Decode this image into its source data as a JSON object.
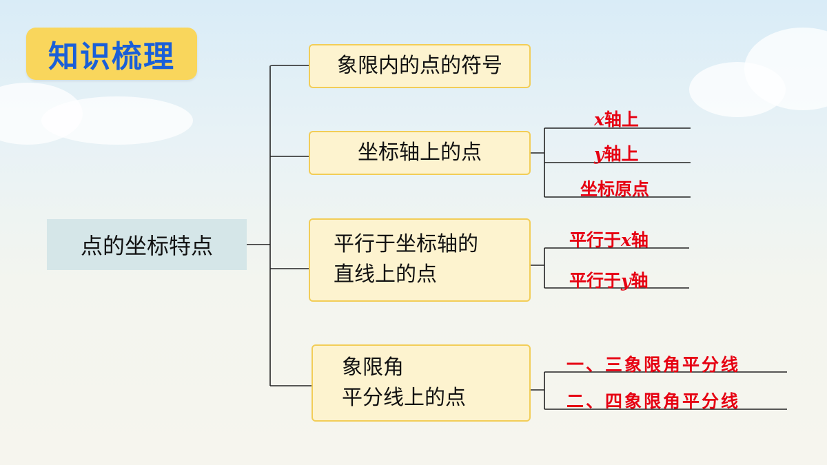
{
  "title": "知识梳理",
  "root": "点的坐标特点",
  "branches": [
    {
      "label": "象限内的点的符号"
    },
    {
      "label": "坐标轴上的点",
      "leaves": [
        {
          "var": "x",
          "text": "轴上"
        },
        {
          "var": "y",
          "text": "轴上"
        },
        {
          "text": "坐标原点"
        }
      ]
    },
    {
      "label_line1": "平行于坐标轴的",
      "label_line2": "直线上的点",
      "leaves": [
        {
          "prefix": "平行于",
          "var": "x",
          "text": "轴"
        },
        {
          "prefix": "平行于",
          "var": "y",
          "text": "轴"
        }
      ]
    },
    {
      "label_line1": "象限角",
      "label_line2": "平分线上的点",
      "leaves": [
        {
          "text": "一、三象限角平分线"
        },
        {
          "text": "二、四象限角平分线"
        }
      ]
    }
  ],
  "colors": {
    "title_bg": "#f9d65c",
    "title_text": "#1a5fd8",
    "node_bg": "#fdf3cf",
    "node_border": "#f2cd57",
    "root_bg": "#d5e6e8",
    "leaf_text": "#e60012"
  }
}
